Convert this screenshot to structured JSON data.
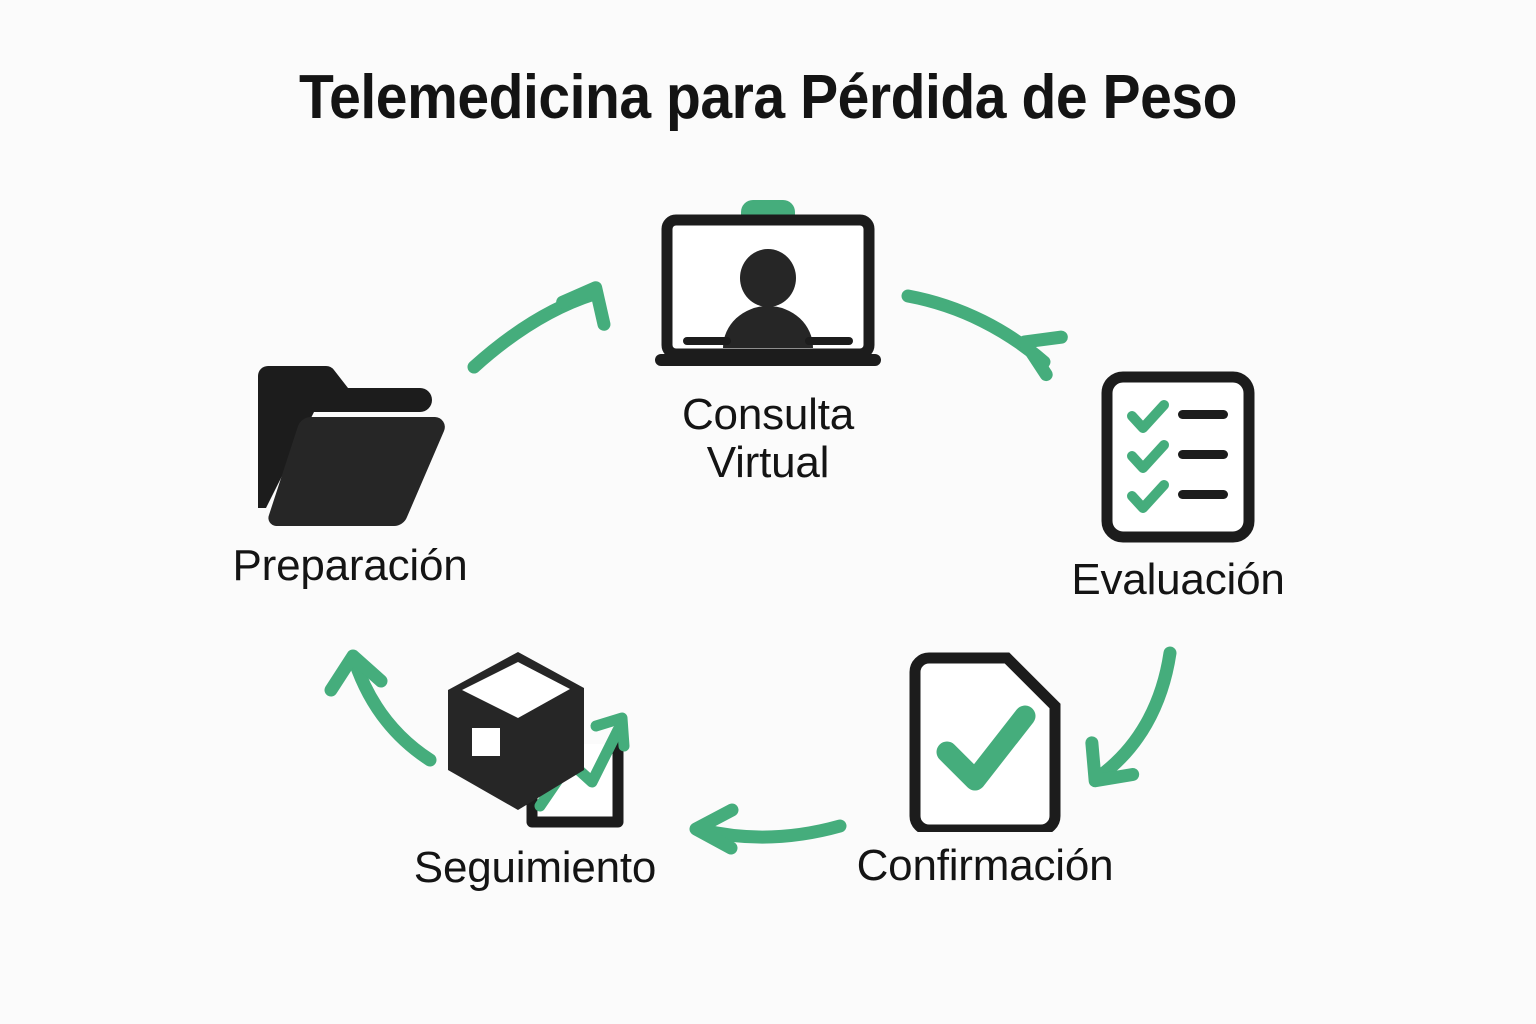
{
  "page": {
    "title": "Telemedicina para Pérdida de Peso",
    "background_color": "#fbfbfb",
    "ink_color": "#141414",
    "accent_color": "#45ad7c"
  },
  "diagram": {
    "type": "cycle",
    "direction": "clockwise",
    "step_count": 5,
    "steps": [
      {
        "id": "preparacion",
        "order": 1,
        "label": "Preparación",
        "icon": "open-folder-icon",
        "icon_colors": [
          "#1c1c1c"
        ]
      },
      {
        "id": "consulta-virtual",
        "order": 2,
        "label": "Consulta\nVirtual",
        "label_line_1": "Consulta",
        "label_line_2": "Virtual",
        "icon": "video-consultation-laptop-icon",
        "icon_colors": [
          "#1c1c1c",
          "#45ad7c"
        ]
      },
      {
        "id": "evaluacion",
        "order": 3,
        "label": "Evaluación",
        "icon": "checklist-document-icon",
        "icon_colors": [
          "#1c1c1c",
          "#45ad7c"
        ]
      },
      {
        "id": "confirmacion",
        "order": 4,
        "label": "Confirmación",
        "icon": "document-checkmark-icon",
        "icon_colors": [
          "#1c1c1c",
          "#45ad7c"
        ]
      },
      {
        "id": "seguimiento",
        "order": 5,
        "label": "Seguimiento",
        "icon": "box-growth-chart-icon",
        "icon_colors": [
          "#1c1c1c",
          "#45ad7c"
        ]
      }
    ],
    "arrows": [
      {
        "id": "arrow-preparacion-consulta",
        "from": "preparacion",
        "to": "consulta-virtual",
        "color": "#45ad7c"
      },
      {
        "id": "arrow-consulta-evaluacion",
        "from": "consulta-virtual",
        "to": "evaluacion",
        "color": "#45ad7c"
      },
      {
        "id": "arrow-evaluacion-confirmacion",
        "from": "evaluacion",
        "to": "confirmacion",
        "color": "#45ad7c"
      },
      {
        "id": "arrow-confirmacion-seguimiento",
        "from": "confirmacion",
        "to": "seguimiento",
        "color": "#45ad7c"
      },
      {
        "id": "arrow-seguimiento-preparacion",
        "from": "seguimiento",
        "to": "preparacion",
        "color": "#45ad7c"
      }
    ]
  }
}
